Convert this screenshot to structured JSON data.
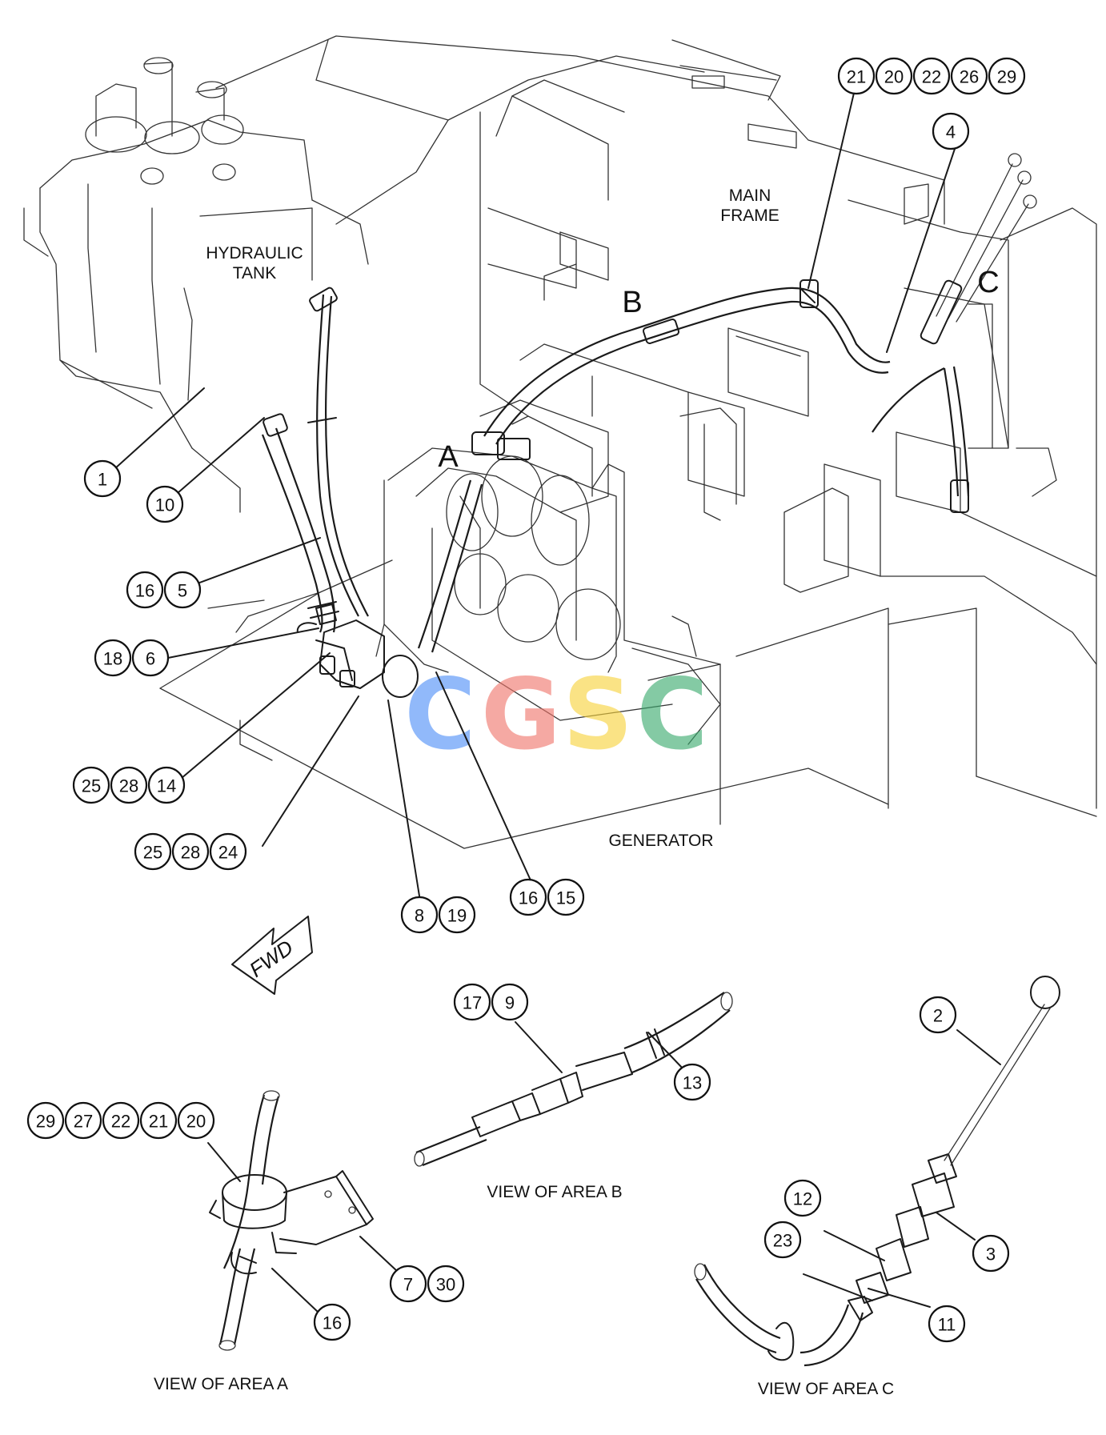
{
  "labels": {
    "hydraulic_tank_1": "HYDRAULIC",
    "hydraulic_tank_2": "TANK",
    "main_frame_1": "MAIN",
    "main_frame_2": "FRAME",
    "generator": "GENERATOR",
    "area_a": "A",
    "area_b": "B",
    "area_c": "C",
    "fwd": "FWD",
    "view_a": "VIEW OF AREA A",
    "view_b": "VIEW OF AREA B",
    "view_c": "VIEW OF AREA C"
  },
  "watermark": {
    "letters": [
      "C",
      "G",
      "S",
      "C"
    ],
    "colors": [
      "#4f8ff7",
      "#f0766b",
      "#f7d23c",
      "#3aaa6e"
    ]
  },
  "callouts": {
    "g1": [
      "1"
    ],
    "g2": [
      "10"
    ],
    "g3": [
      "16",
      "5"
    ],
    "g4": [
      "18",
      "6"
    ],
    "g5": [
      "25",
      "28",
      "14"
    ],
    "g6": [
      "25",
      "28",
      "24"
    ],
    "g7": [
      "8",
      "19"
    ],
    "g8": [
      "16",
      "15"
    ],
    "g9": [
      "21",
      "20",
      "22",
      "26",
      "29"
    ],
    "g10": [
      "4"
    ],
    "g11": [
      "17",
      "9"
    ],
    "g12": [
      "13"
    ],
    "g13": [
      "29",
      "27",
      "22",
      "21",
      "20"
    ],
    "g14": [
      "7",
      "30"
    ],
    "g15": [
      "16"
    ],
    "g16": [
      "2"
    ],
    "g17": [
      "12"
    ],
    "g18": [
      "3"
    ],
    "g19": [
      "23"
    ],
    "g20": [
      "11"
    ]
  }
}
